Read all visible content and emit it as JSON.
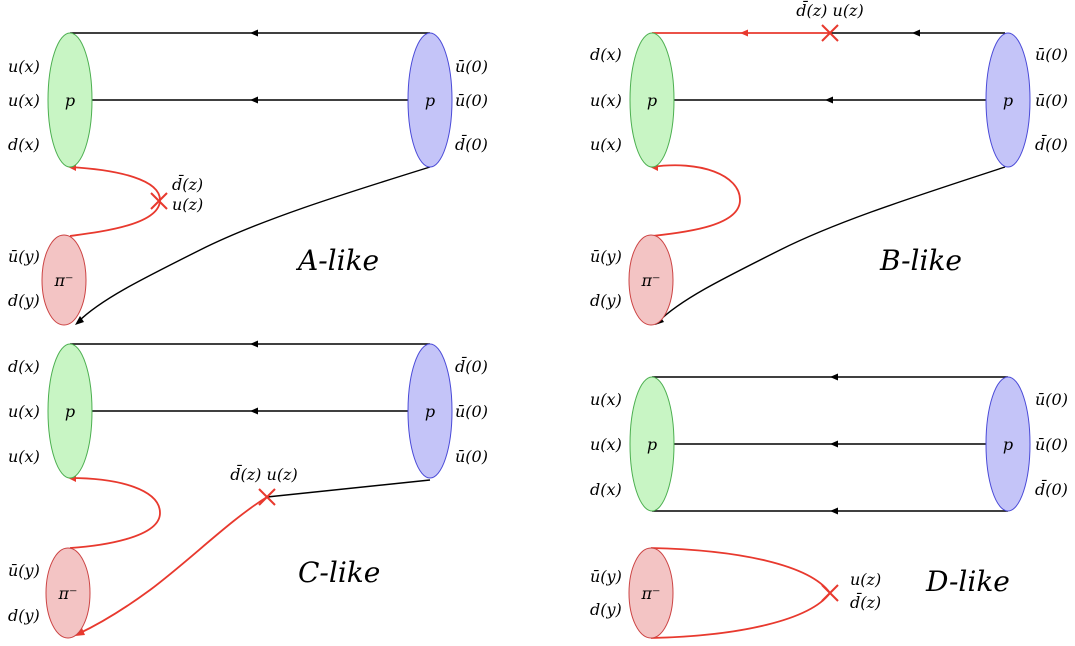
{
  "colors": {
    "proton": "#c8f5c4",
    "proton_stroke": "#4caf50",
    "antiproton": "#c4c4f8",
    "antiproton_stroke": "#4a4ad8",
    "pion": "#f3c4c4",
    "pion_stroke": "#c44",
    "quark_line": "#000000",
    "insertion": "#e8392e"
  },
  "panels": [
    {
      "title": "A-like",
      "left_labels": [
        "u(x)",
        "u(x)",
        "d(x)"
      ],
      "right_labels": [
        "ū(0)",
        "ū(0)",
        "d̄(0)"
      ],
      "pion_labels": [
        "ū(y)",
        "d(y)"
      ],
      "insertion_labels": [
        "d̄(z)",
        "u(z)"
      ],
      "blob_left": "p",
      "blob_right": "p",
      "pion": "π⁻"
    },
    {
      "title": "B-like",
      "left_labels": [
        "d(x)",
        "u(x)",
        "u(x)"
      ],
      "right_labels": [
        "ū(0)",
        "ū(0)",
        "d̄(0)"
      ],
      "pion_labels": [
        "ū(y)",
        "d(y)"
      ],
      "insertion_labels": [
        "d̄(z) u(z)"
      ],
      "blob_left": "p",
      "blob_right": "p",
      "pion": "π⁻"
    },
    {
      "title": "C-like",
      "left_labels": [
        "d(x)",
        "u(x)",
        "u(x)"
      ],
      "right_labels": [
        "d̄(0)",
        "ū(0)",
        "ū(0)"
      ],
      "pion_labels": [
        "ū(y)",
        "d(y)"
      ],
      "insertion_labels": [
        "d̄(z) u(z)"
      ],
      "blob_left": "p",
      "blob_right": "p",
      "pion": "π⁻"
    },
    {
      "title": "D-like",
      "left_labels": [
        "u(x)",
        "u(x)",
        "d(x)"
      ],
      "right_labels": [
        "ū(0)",
        "ū(0)",
        "d̄(0)"
      ],
      "pion_labels": [
        "ū(y)",
        "d(y)"
      ],
      "insertion_labels": [
        "u(z)",
        "d̄(z)"
      ],
      "blob_left": "p",
      "blob_right": "p",
      "pion": "π⁻"
    }
  ]
}
